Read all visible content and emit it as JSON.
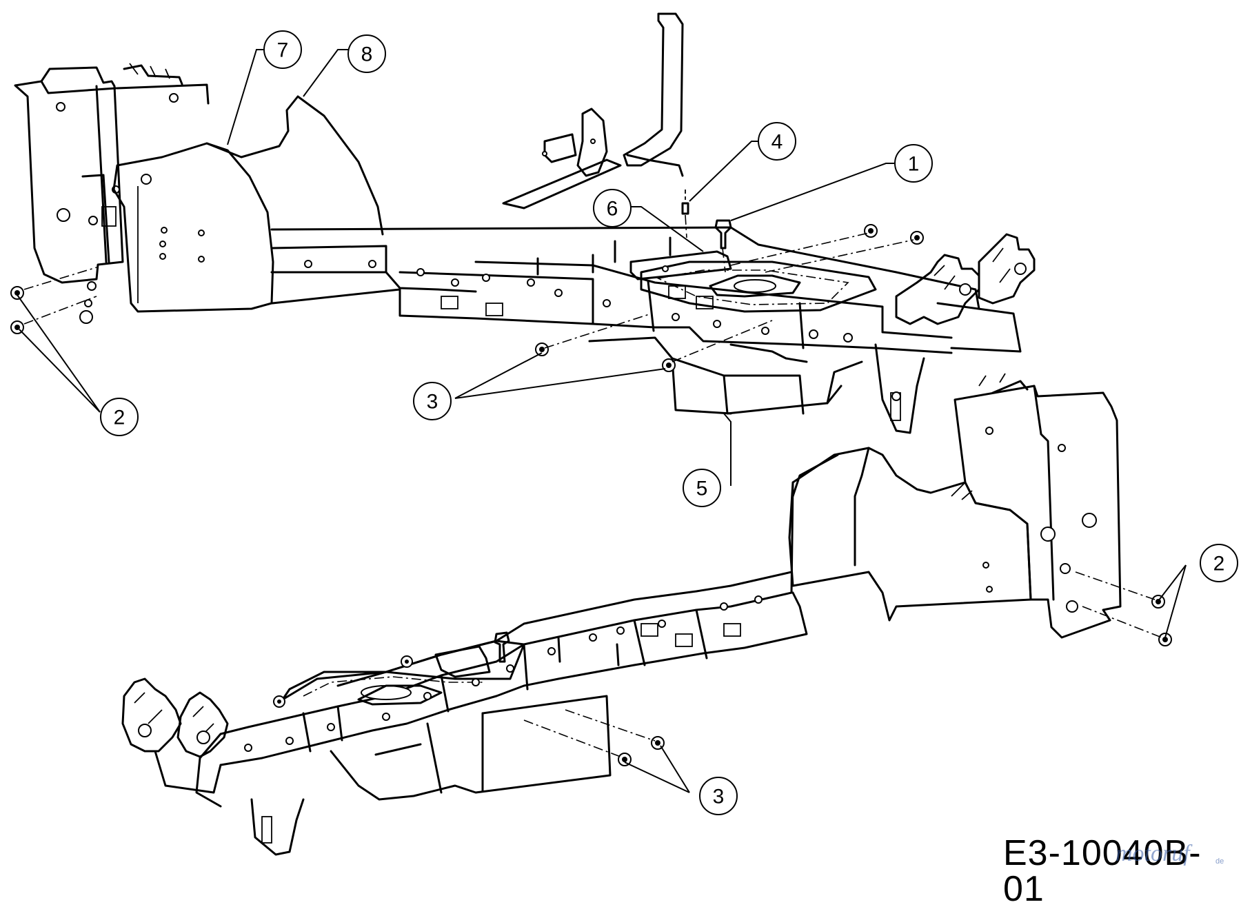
{
  "drawing_code": "E3-10040B-01",
  "watermark": {
    "text": "motoruf",
    "suffix": "de"
  },
  "callouts": [
    {
      "id": "c7",
      "label": "7"
    },
    {
      "id": "c8",
      "label": "8"
    },
    {
      "id": "c4",
      "label": "4"
    },
    {
      "id": "c1",
      "label": "1"
    },
    {
      "id": "c6",
      "label": "6"
    },
    {
      "id": "c2a",
      "label": "2"
    },
    {
      "id": "c3a",
      "label": "3"
    },
    {
      "id": "c5",
      "label": "5"
    },
    {
      "id": "c2b",
      "label": "2"
    },
    {
      "id": "c3b",
      "label": "3"
    }
  ]
}
